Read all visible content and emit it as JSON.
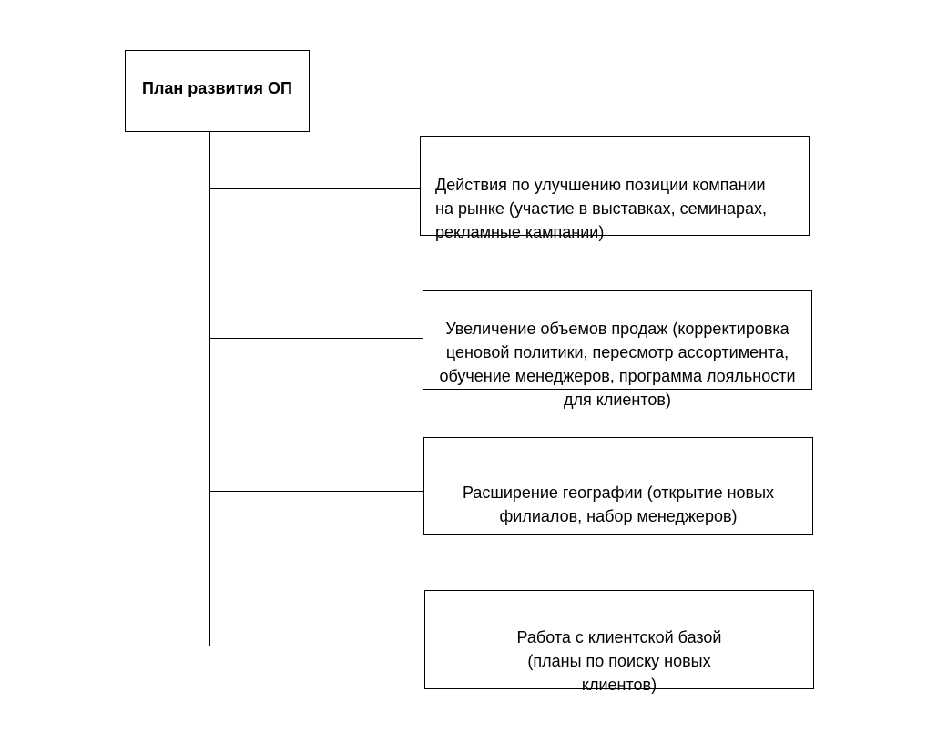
{
  "diagram": {
    "root": {
      "label": "План развития ОП"
    },
    "branches": [
      {
        "label": "Действия по улучшению позиции компании\nна рынке (участие в выставках, семинарах,\nрекламные кампании)"
      },
      {
        "label": "Увеличение объемов продаж (корректировка\nценовой политики, пересмотр ассортимента,\nобучение менеджеров, программа лояльности\nдля клиентов)"
      },
      {
        "label": "Расширение географии (открытие новых\nфилиалов, набор менеджеров)"
      },
      {
        "label": "Работа с клиентской базой\n(планы по поиску новых\nклиентов)"
      }
    ],
    "colors": {
      "line": "#000000",
      "box_border": "#000000",
      "background": "#ffffff"
    }
  }
}
